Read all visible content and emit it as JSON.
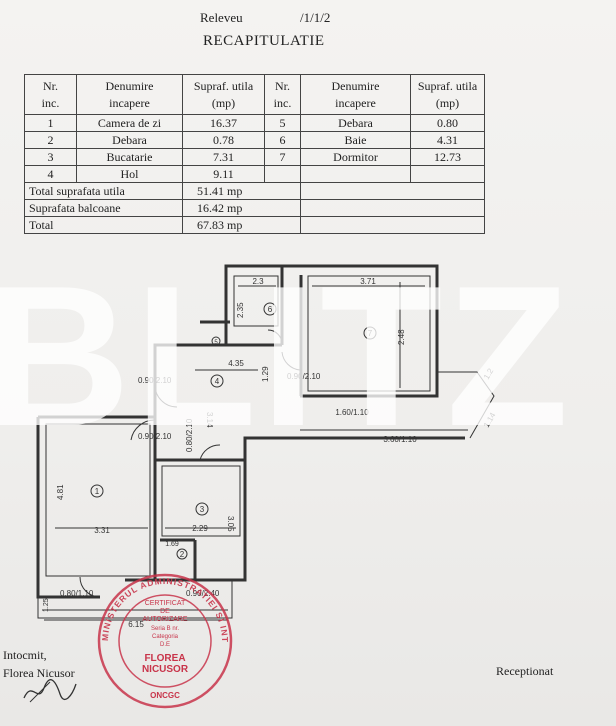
{
  "header": {
    "releveu_label": "Releveu",
    "releveu_number": "/1/1/2",
    "title": "RECAPITULATIE"
  },
  "table": {
    "headers": {
      "nr": [
        "Nr.",
        "inc."
      ],
      "denumire": [
        "Denumire",
        "incapere"
      ],
      "supraf": [
        "Supraf. utila",
        "(mp)"
      ]
    },
    "rows_left": [
      {
        "nr": "1",
        "name": "Camera de zi",
        "area": "16.37"
      },
      {
        "nr": "2",
        "name": "Debara",
        "area": "0.78"
      },
      {
        "nr": "3",
        "name": "Bucatarie",
        "area": "7.31"
      },
      {
        "nr": "4",
        "name": "Hol",
        "area": "9.11"
      }
    ],
    "rows_right": [
      {
        "nr": "5",
        "name": "Debara",
        "area": "0.80"
      },
      {
        "nr": "6",
        "name": "Baie",
        "area": "4.31"
      },
      {
        "nr": "7",
        "name": "Dormitor",
        "area": "12.73"
      }
    ],
    "totals": [
      {
        "label": "Total suprafata utila",
        "value": "51.41",
        "unit": "mp"
      },
      {
        "label": "Suprafata balcoane",
        "value": "16.42",
        "unit": "mp"
      },
      {
        "label": "Total",
        "value": "67.83",
        "unit": "mp"
      }
    ]
  },
  "plan": {
    "room_numbers": [
      "1",
      "2",
      "3",
      "4",
      "5",
      "6",
      "7"
    ],
    "dimensions": {
      "baie_width": "2.3",
      "baie_height": "2.35",
      "dormitor_width": "3.71",
      "dormitor_height": "2.48",
      "hol_width": "4.35",
      "hol_side": "1.29",
      "hol_vertical": "3.14",
      "camera_width": "3.31",
      "camera_height": "4.81",
      "bucatarie_width": "2.29",
      "bucatarie_height": "3.05",
      "debara_width": "1.69",
      "balcon_right_width": "3.60/1.10",
      "balcon_bottom_width": "6.15",
      "balcon_left_height": "1.25",
      "balcon_right_angle_1": "1.2",
      "balcon_right_angle_2": "1.14",
      "window_dormitor": "1.60/1.10"
    },
    "doors": {
      "entrance": "0.90/2.10",
      "camera": "0.90/2.10",
      "bucatarie": "0.80/2.10",
      "dormitor": "0.90/2.10",
      "balcon_left": "0.80/1.10",
      "balcon_mid": "0.90/2.40"
    }
  },
  "watermark": "BLITZ",
  "stamp": {
    "ring_text": "MINISTERUL ADMINISTRATIEI SI INTERNELOR",
    "center_lines": [
      "CERTIFICAT",
      "DE",
      "AUTORIZARE",
      "Seria B nr.",
      "Categoria",
      "D.E",
      "FLOREA",
      "NICUSOR"
    ],
    "bottom": "ONCGC"
  },
  "footer": {
    "intocmit": "Intocmit,",
    "name": "Florea Nicusor",
    "receptionat": "Receptionat"
  }
}
